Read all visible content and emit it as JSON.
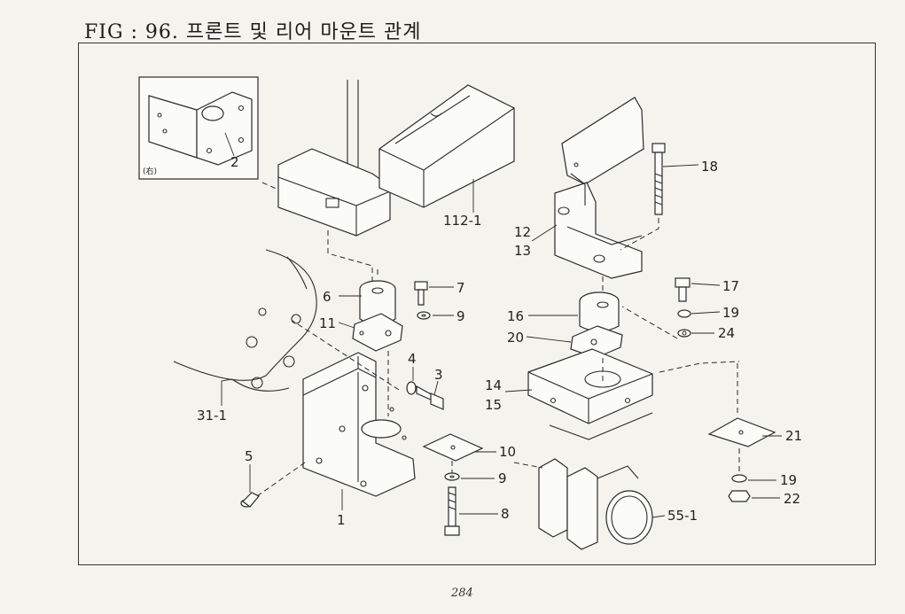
{
  "figure": {
    "title": "FIG : 96. 프론트 및 리어 마운트 관계",
    "page_number": "284",
    "inset_tag": "(右)"
  },
  "callouts": [
    {
      "id": "c2",
      "text": "2"
    },
    {
      "id": "c112",
      "text": "112-1"
    },
    {
      "id": "c18",
      "text": "18"
    },
    {
      "id": "c12",
      "text": "12"
    },
    {
      "id": "c13",
      "text": "13"
    },
    {
      "id": "c6",
      "text": "6"
    },
    {
      "id": "c7",
      "text": "7"
    },
    {
      "id": "c11",
      "text": "11"
    },
    {
      "id": "c9a",
      "text": "9"
    },
    {
      "id": "c17",
      "text": "17"
    },
    {
      "id": "c19a",
      "text": "19"
    },
    {
      "id": "c16",
      "text": "16"
    },
    {
      "id": "c20",
      "text": "20"
    },
    {
      "id": "c24",
      "text": "24"
    },
    {
      "id": "c4",
      "text": "4"
    },
    {
      "id": "c3",
      "text": "3"
    },
    {
      "id": "c14",
      "text": "14"
    },
    {
      "id": "c15",
      "text": "15"
    },
    {
      "id": "c31",
      "text": "31-1"
    },
    {
      "id": "c21",
      "text": "21"
    },
    {
      "id": "c5",
      "text": "5"
    },
    {
      "id": "c10",
      "text": "10"
    },
    {
      "id": "c9b",
      "text": "9"
    },
    {
      "id": "c19b",
      "text": "19"
    },
    {
      "id": "c22",
      "text": "22"
    },
    {
      "id": "c1",
      "text": "1"
    },
    {
      "id": "c8",
      "text": "8"
    },
    {
      "id": "c55",
      "text": "55-1"
    }
  ]
}
